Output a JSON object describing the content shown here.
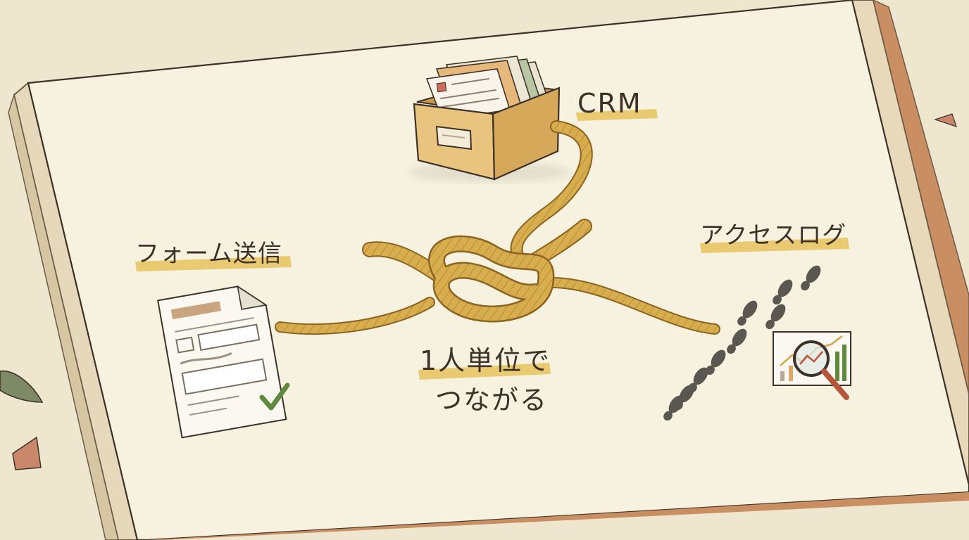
{
  "labels": {
    "crm": "CRM",
    "form": "フォーム送信",
    "access": "アクセスログ",
    "center_line1": "1人単位で",
    "center_line2": "つながる"
  },
  "colors": {
    "background": "#efe6cf",
    "paper": "#f7f1df",
    "rope": "#d2a645",
    "rope_dark": "#8a6420",
    "highlight": "#e8c565",
    "ink": "#3d3128",
    "box": "#e8c47e",
    "check": "#5f8a3e",
    "footprint": "#5a5650",
    "magnifier_handle": "#b5563a"
  },
  "icons": [
    "card-box-icon",
    "form-document-icon",
    "checkmark-icon",
    "footprints-icon",
    "chart-magnifier-icon",
    "leaf-icon",
    "pencil-shaving-icon"
  ]
}
